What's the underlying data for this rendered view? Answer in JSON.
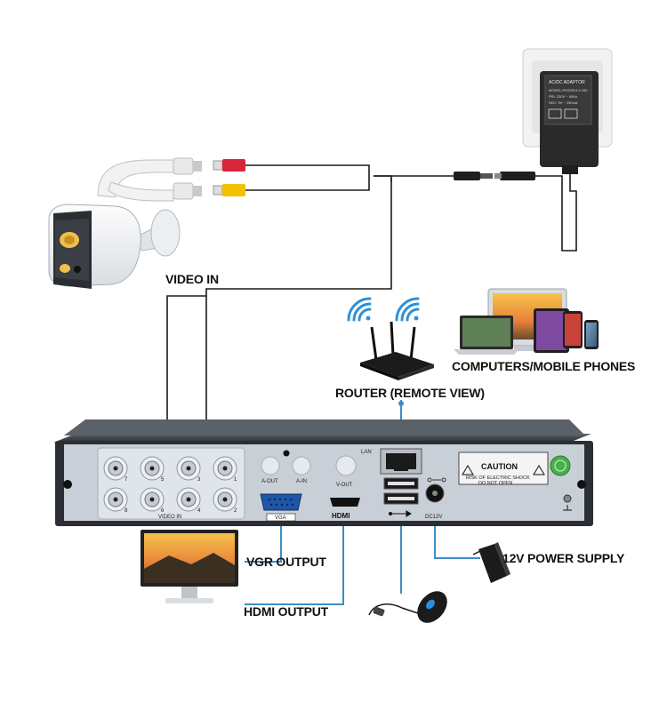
{
  "labels": {
    "video_in": "VIDEO IN",
    "router": "ROUTER (REMOTE VIEW)",
    "computers": "COMPUTERS/MOBILE PHONES",
    "vgr_output": "VGR OUTPUT",
    "hdmi_output": "HDMI OUTPUT",
    "power_supply": "12V POWER SUPPLY"
  },
  "panel": {
    "caution_title": "CAUTION",
    "caution_line1": "RISK OF ELECTRIC SHOCK",
    "caution_line2": "DO NOT OPEN",
    "video_in": "VIDEO IN",
    "a_out": "A-OUT",
    "a_in": "A-IN",
    "v_out": "V-OUT",
    "vga": "VGA",
    "hdmi": "HDMI",
    "lan": "LAN",
    "dc12v": "DC12V",
    "bnc_numbers_top": [
      "7",
      "5",
      "3",
      "1"
    ],
    "bnc_numbers_bottom": [
      "8",
      "6",
      "4",
      "2"
    ]
  },
  "adapter": {
    "line1": "AC/DC ADAPTOR",
    "line2": "MODEL:PKS2014-0.250",
    "line3": "PRI: 230V ~ 50Hz",
    "line4": "SEC: 9V ~ 250mA"
  },
  "colors": {
    "wire": "#1a1a1a",
    "accent_line": "#3a8fc7",
    "panel_face": "#c9cfd6",
    "case_dark": "#2b2f35",
    "rca_red": "#d7263d",
    "rca_yellow": "#f2c200",
    "wifi_blue": "#2f8fd8"
  }
}
